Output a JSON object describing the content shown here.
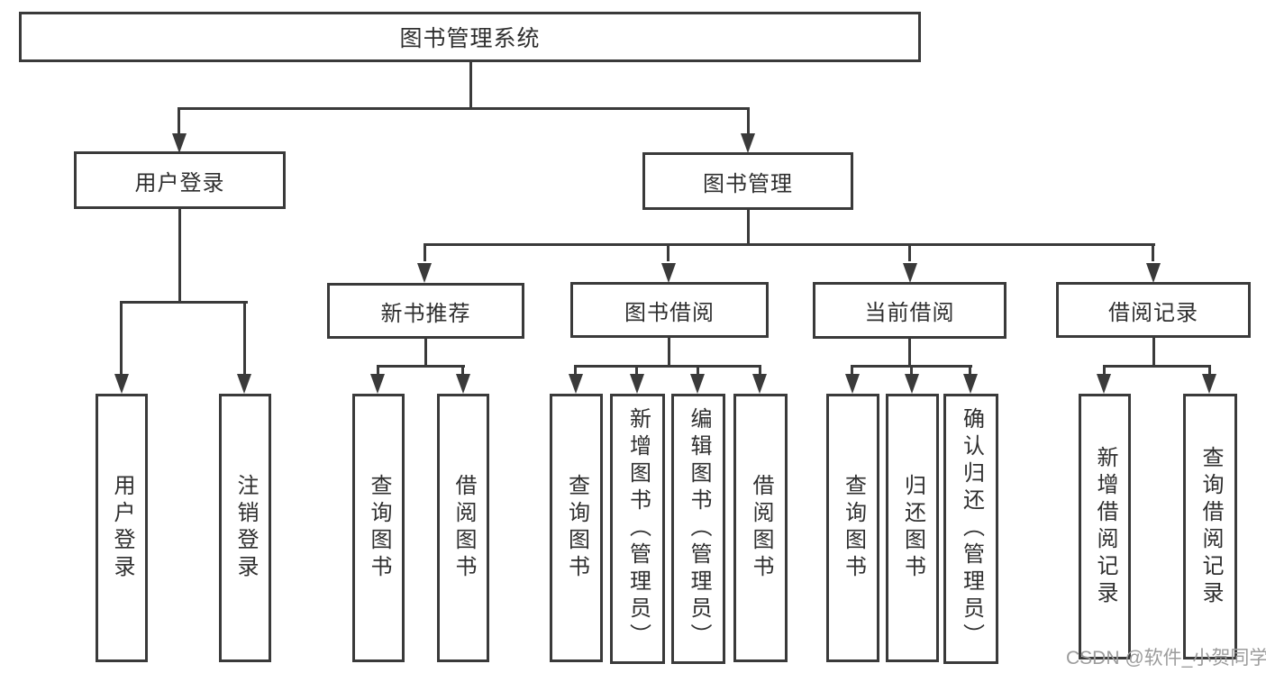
{
  "diagram": {
    "root": {
      "label": "图书管理系统"
    },
    "branches": [
      {
        "label": "用户登录",
        "children": [
          {
            "label": "用户登录"
          },
          {
            "label": "注销登录"
          }
        ]
      },
      {
        "label": "图书管理",
        "children": [
          {
            "label": "新书推荐",
            "children": [
              {
                "label": "查询图书"
              },
              {
                "label": "借阅图书"
              }
            ]
          },
          {
            "label": "图书借阅",
            "children": [
              {
                "label": "查询图书"
              },
              {
                "label": "新增图书（管理员）"
              },
              {
                "label": "编辑图书（管理员）"
              },
              {
                "label": "借阅图书"
              }
            ]
          },
          {
            "label": "当前借阅",
            "children": [
              {
                "label": "查询图书"
              },
              {
                "label": "归还图书"
              },
              {
                "label": "确认归还（管理员）"
              }
            ]
          },
          {
            "label": "借阅记录",
            "children": [
              {
                "label": "新增借阅记录"
              },
              {
                "label": "查询借阅记录"
              }
            ]
          }
        ]
      }
    ]
  },
  "watermark": {
    "text": "CSDN @软件_小贺同学"
  },
  "colors": {
    "line": "#3a3a3a",
    "text": "#2f2f2f",
    "watermark": "#9c9c9c",
    "background": "#ffffff"
  }
}
